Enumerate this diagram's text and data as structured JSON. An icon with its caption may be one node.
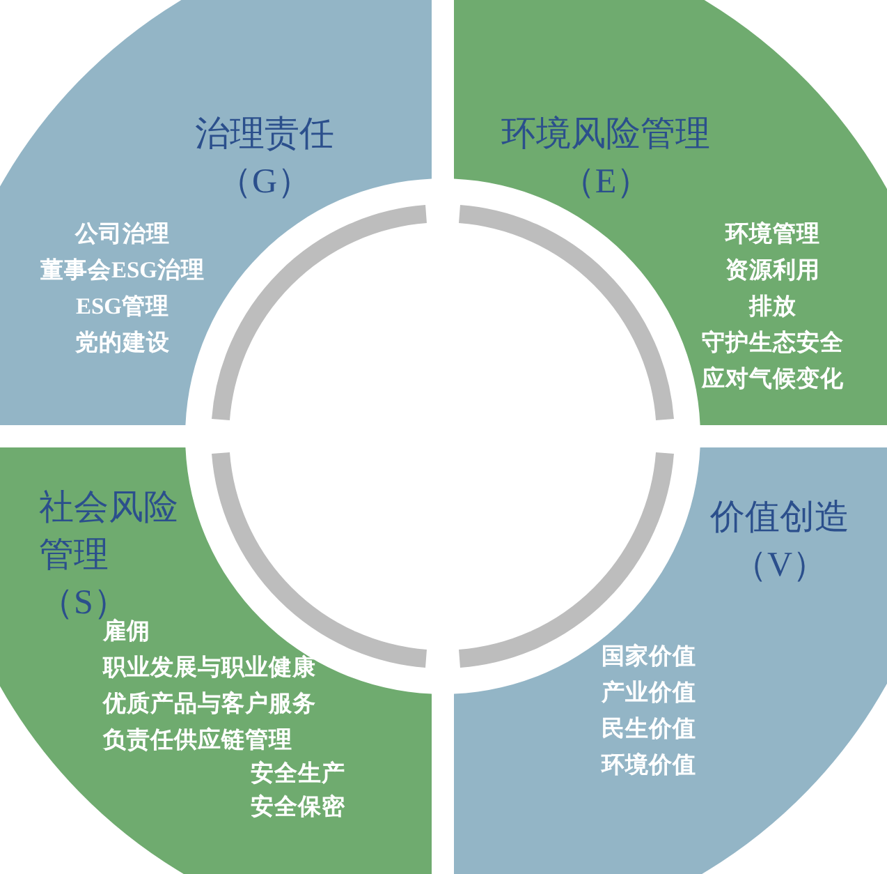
{
  "diagram": {
    "nodes": [
      {
        "text": [
          "治理责任（G）",
          "公司治理",
          "董事会ESG治理",
          "ESG管理",
          "党的建设"
        ]
      },
      {
        "text": [
          "环境风险管理（E）",
          "环境管理",
          "资源利用",
          "排放",
          "守护生态安全",
          "应对气候变化"
        ]
      },
      {
        "text": [
          "社会风险管理（S）",
          "雇佣",
          "职业发展与职业健康",
          "优质产品与客户服务",
          "负责任供应链管理",
          "安全生产",
          "安全保密"
        ]
      },
      {
        "text": [
          "价值创造（V）",
          "国家价值",
          "产业价值",
          "民生价值",
          "环境价值"
        ]
      }
    ],
    "edges": []
  }
}
